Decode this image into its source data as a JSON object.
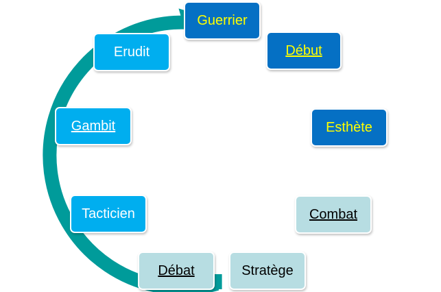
{
  "diagram": {
    "ring_color": "#009b9a",
    "colors": {
      "dark": "#0570c4",
      "dark_text": "#ffff00",
      "light": "#00aeef",
      "light_text": "#ffffff",
      "pale": "#b7dde2",
      "pale_text": "#000000"
    },
    "nodes": [
      {
        "id": "guerrier",
        "label": "Guerrier",
        "style": "dark",
        "underline": false
      },
      {
        "id": "debut",
        "label": "Début",
        "style": "dark",
        "underline": true
      },
      {
        "id": "esthete",
        "label": "Esthète",
        "style": "dark",
        "underline": false
      },
      {
        "id": "combat",
        "label": "Combat",
        "style": "pale",
        "underline": true
      },
      {
        "id": "stratege",
        "label": "Stratège",
        "style": "pale",
        "underline": false
      },
      {
        "id": "debat",
        "label": "Débat",
        "style": "pale",
        "underline": true
      },
      {
        "id": "tacticien",
        "label": "Tacticien",
        "style": "light",
        "underline": false
      },
      {
        "id": "gambit",
        "label": "Gambit",
        "style": "light",
        "underline": true
      },
      {
        "id": "erudit",
        "label": "Erudit",
        "style": "light",
        "underline": false
      }
    ]
  }
}
